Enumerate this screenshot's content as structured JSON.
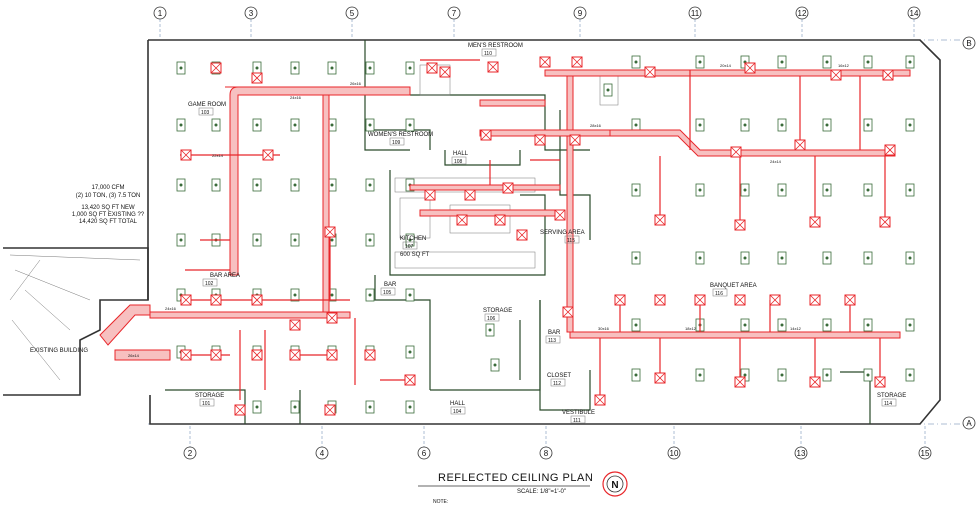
{
  "drawing": {
    "title": "REFLECTED CEILING PLAN",
    "scale": "SCALE: 1/8\"=1'-0\"",
    "note": "NOTE:",
    "north": "N"
  },
  "grid_columns": [
    "1",
    "3",
    "5",
    "7",
    "9",
    "11",
    "12",
    "14"
  ],
  "grid_columns_bottom": [
    "2",
    "4",
    "6",
    "8",
    "10",
    "13",
    "15"
  ],
  "grid_rows": [
    "B",
    "A"
  ],
  "summary_notes": [
    "17,000 CFM",
    "(2) 10 TON, (3) 7.5 TON",
    "13,420 SQ FT NEW",
    "1,000 SQ FT EXISTING ??",
    "14,420 SQ FT TOTAL"
  ],
  "rooms": [
    {
      "name": "MEN'S RESTROOM",
      "number": "110"
    },
    {
      "name": "GAME ROOM",
      "number": "103"
    },
    {
      "name": "WOMEN'S RESTROOM",
      "number": "109"
    },
    {
      "name": "HALL",
      "number": "108"
    },
    {
      "name": "KITCHEN",
      "number": "107"
    },
    {
      "name": "600 SQ FT",
      "number": ""
    },
    {
      "name": "SERVING AREA",
      "number": "115"
    },
    {
      "name": "BAR AREA",
      "number": "102"
    },
    {
      "name": "BAR",
      "number": "105"
    },
    {
      "name": "STORAGE",
      "number": "106"
    },
    {
      "name": "BANQUET AREA",
      "number": "116"
    },
    {
      "name": "BAR",
      "number": "113"
    },
    {
      "name": "CLOSET",
      "number": "112"
    },
    {
      "name": "STORAGE",
      "number": "101"
    },
    {
      "name": "HALL",
      "number": "104"
    },
    {
      "name": "VESTIBULE",
      "number": "111"
    },
    {
      "name": "STORAGE",
      "number": "114"
    }
  ],
  "existing_building": "EXISTING BUILDING",
  "duct_sizes": [
    "24x16",
    "26x16",
    "24x16",
    "20x14",
    "16x12",
    "28x16",
    "24x14",
    "18x12",
    "14x12",
    "30x16",
    "26x14",
    "22x14"
  ],
  "colors": {
    "duct": "#e8262a",
    "duct_fill": "#f7c0c0",
    "fixture": "#3a6b3a",
    "wall": "#333333",
    "grid": "#5a7ea8"
  }
}
